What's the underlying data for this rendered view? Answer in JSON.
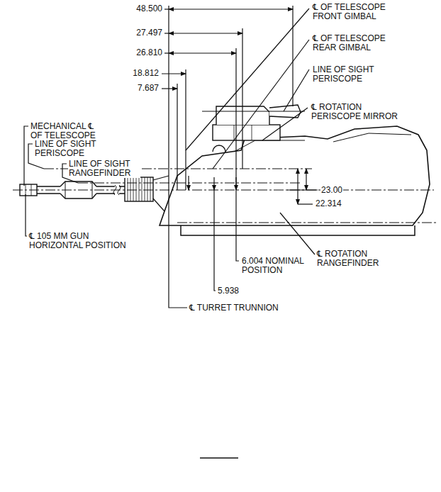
{
  "diagram": {
    "labels": [
      "48.500",
      "27.497",
      "26.810",
      "18.812",
      "7.687",
      "℄ OF TELESCOPE FRONT GIMBAL",
      "℄ OF TELESCOPE REAR GIMBAL",
      "LINE OF SIGHT PERISCOPE",
      "℄ ROTATION PERISCOPE MIRROR",
      "MECHANICAL ℄ OF TELESCOPE",
      "LINE OF SIGHT PERISCOPE",
      "LINE OF SIGHT RANGEFINDER",
      "23.00",
      "22.314",
      "℄ 105 MM GUN HORIZONTAL POSITION",
      "℄ ROTATION RANGEFINDER",
      "6.004 NOMINAL POSITION",
      "5.938",
      "℄ TURRET TRUNNION"
    ]
  }
}
